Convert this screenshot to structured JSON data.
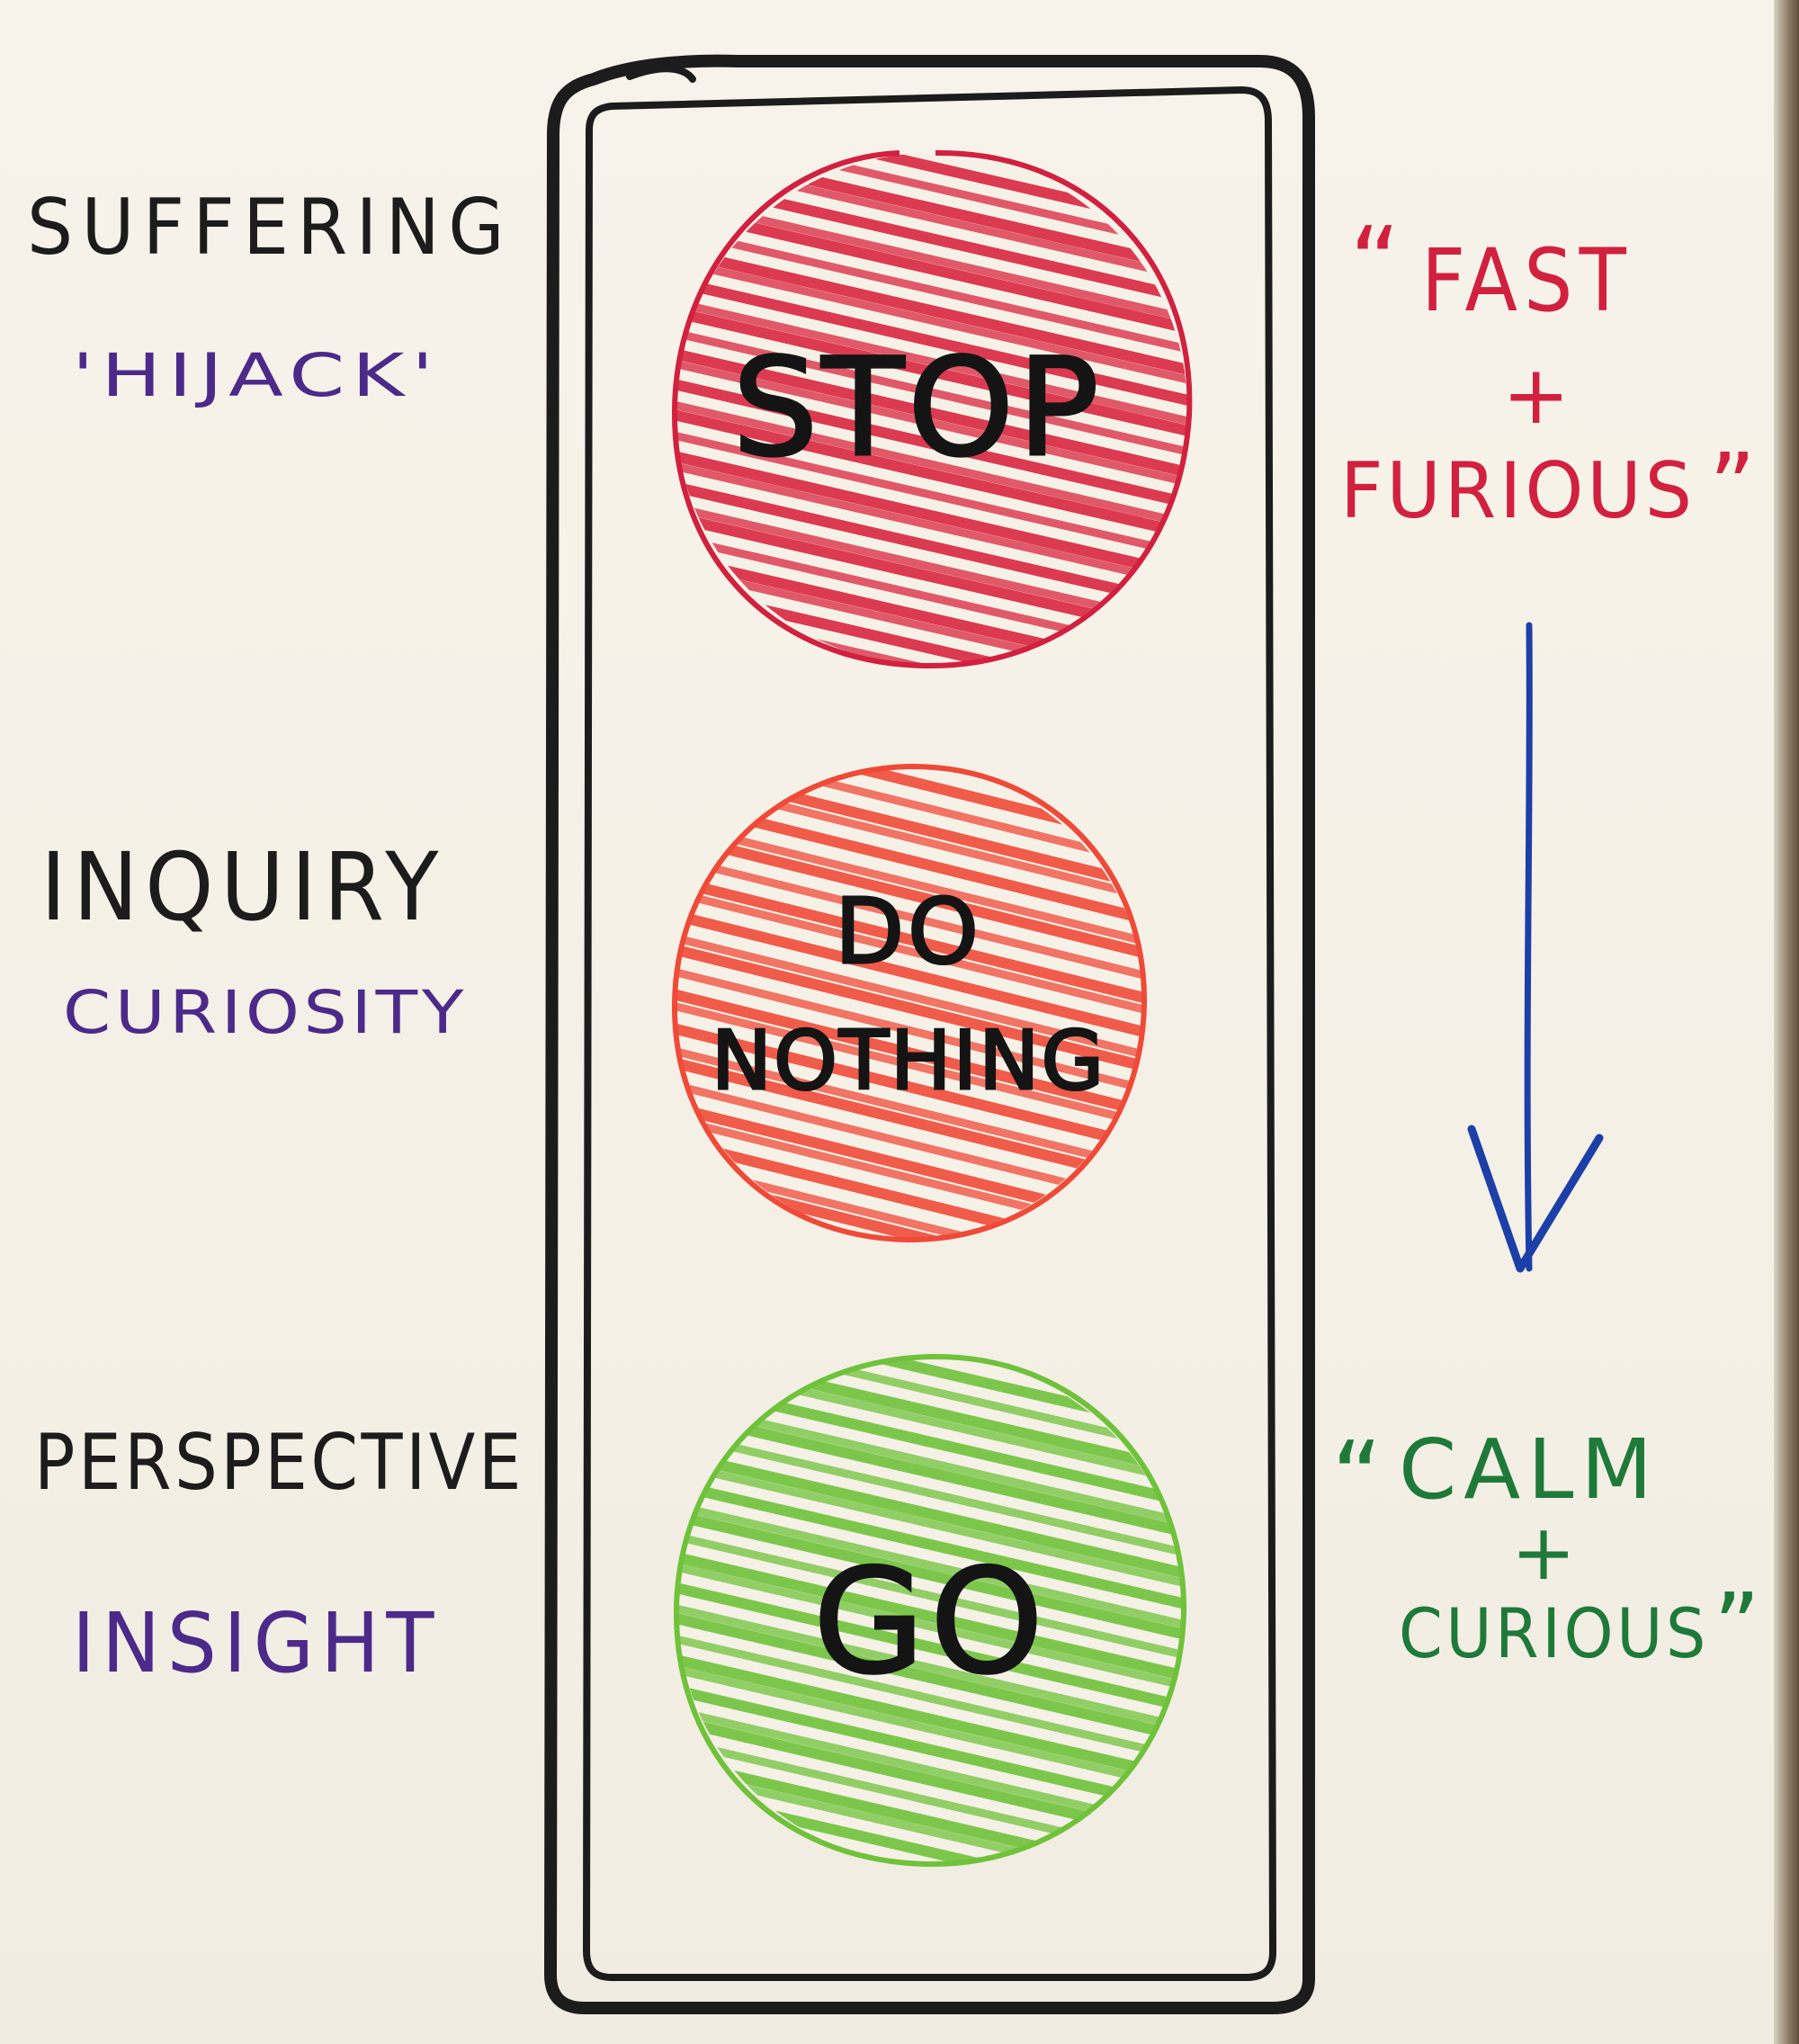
{
  "traffic_light": {
    "red": {
      "label": "STOP",
      "fill": "#d9263f"
    },
    "amber": {
      "label_line1": "DO",
      "label_line2": "NOTHING",
      "fill": "#ef4a38"
    },
    "green": {
      "label": "GO",
      "fill": "#6fc23a"
    }
  },
  "left_labels": {
    "suffering": "SUFFERING",
    "hijack": "'HIJACK'",
    "inquiry": "INQUIRY",
    "curiosity": "CURIOSITY",
    "perspective": "PERSPECTIVE",
    "insight": "INSIGHT"
  },
  "right_labels": {
    "fast_quote_open": "“",
    "fast": "FAST",
    "fast_plus": "+",
    "furious": "FURIOUS",
    "fast_quote_close": "”",
    "calm_quote_open": "“",
    "calm": "CALM",
    "calm_plus": "+",
    "curious": "CURIOUS",
    "calm_quote_close": "”"
  },
  "colors": {
    "black_marker": "#1c1c1c",
    "purple_marker": "#4b2a8a",
    "red_marker": "#d2203f",
    "green_marker": "#1f7a3a",
    "blue_marker": "#1c3fa8",
    "paper": "#f5f1e7"
  },
  "arrow": {
    "direction": "down",
    "icon": "arrow-down-icon"
  }
}
